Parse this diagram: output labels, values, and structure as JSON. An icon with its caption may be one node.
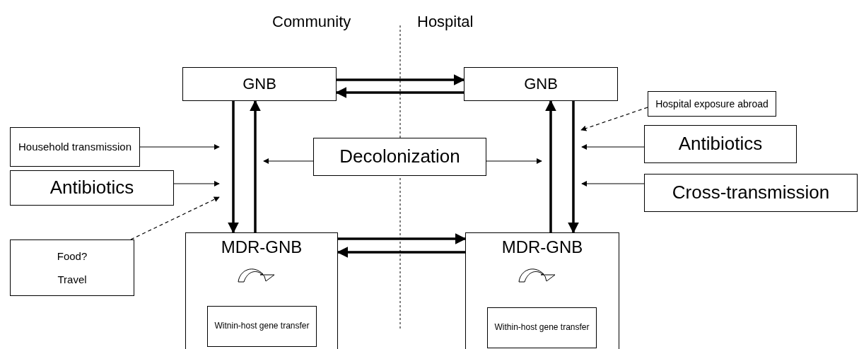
{
  "diagram": {
    "nodes": [
      {
        "text": [
          "GNB"
        ]
      },
      {
        "text": [
          "GNB"
        ]
      },
      {
        "text": [
          "Hospital exposure abroad"
        ]
      },
      {
        "text": [
          "Household transmission"
        ]
      },
      {
        "text": [
          "Antibiotics"
        ]
      },
      {
        "text": [
          "Decolonization"
        ]
      },
      {
        "text": [
          "Antibiotics"
        ]
      },
      {
        "text": [
          "Cross-transmission"
        ]
      },
      {
        "text": [
          "Food?",
          "Travel"
        ]
      },
      {
        "text": [
          "MDR-GNB"
        ]
      },
      {
        "text": [
          "Witnin-host gene transfer"
        ],
        "in": 9
      },
      {
        "text": [
          "MDR-GNB"
        ]
      },
      {
        "text": [
          "Within-host gene transfer"
        ],
        "in": 11
      }
    ],
    "edges": [
      {
        "from": 0,
        "to": 1,
        "arrow": "to",
        "style": "thick"
      },
      {
        "from": 1,
        "to": 0,
        "arrow": "to",
        "style": "thick"
      },
      {
        "from": 0,
        "to": 9,
        "arrow": "to",
        "style": "thick"
      },
      {
        "from": 9,
        "to": 0,
        "arrow": "to",
        "style": "thick"
      },
      {
        "from": 11,
        "to": 1,
        "arrow": "to",
        "style": "thick"
      },
      {
        "from": 1,
        "to": 11,
        "arrow": "to",
        "style": "thick"
      },
      {
        "from": 9,
        "to": 11,
        "arrow": "to",
        "style": "thick"
      },
      {
        "from": 11,
        "to": 9,
        "arrow": "to",
        "style": "thick"
      },
      {
        "from": 3,
        "to": null,
        "arrow": "to"
      },
      {
        "from": 4,
        "to": null,
        "arrow": "to"
      },
      {
        "from": 8,
        "to": null,
        "arrow": "to",
        "style": "dashed"
      },
      {
        "from": 5,
        "to": null,
        "arrow": "to"
      },
      {
        "from": 5,
        "to": null,
        "arrow": "to"
      },
      {
        "from": 2,
        "to": null,
        "arrow": "to",
        "style": "dashed"
      },
      {
        "from": 6,
        "to": null,
        "arrow": "to"
      },
      {
        "from": 7,
        "to": null,
        "arrow": "to"
      }
    ],
    "labels": [
      "Community",
      "Hospital"
    ]
  }
}
